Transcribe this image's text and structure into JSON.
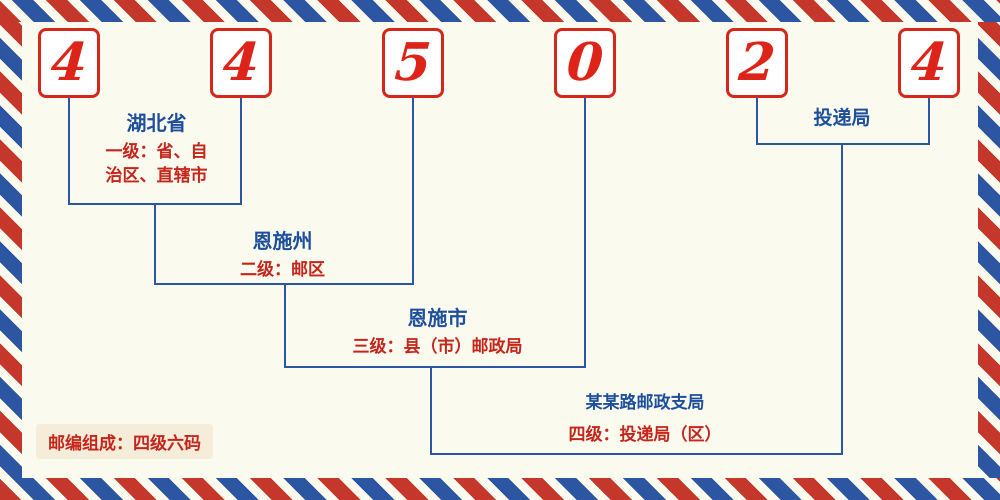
{
  "digits": [
    "4",
    "4",
    "5",
    "0",
    "2",
    "4"
  ],
  "sections": {
    "province": {
      "name": "湖北省",
      "desc_line1": "一级：省、自",
      "desc_line2": "治区、直辖市"
    },
    "prefecture": {
      "name": "恩施州",
      "desc": "二级：邮区"
    },
    "city": {
      "name": "恩施市",
      "desc": "三级：县（市）邮政局"
    },
    "branch": {
      "name": "某某路邮政支局",
      "desc": "四级：投递局（区）"
    },
    "delivery": {
      "name": "投递局"
    }
  },
  "footer": {
    "text": "邮编组成：四级六码"
  },
  "colors": {
    "digit_red": "#DE2419",
    "box_border_red": "#D5281B",
    "line_blue": "#2A56A4",
    "label_blue": "#1D4F9C",
    "desc_red": "#C5251B",
    "stripe_red": "#C5372B",
    "stripe_blue": "#2C55A2",
    "background": "#FBFAEF"
  }
}
